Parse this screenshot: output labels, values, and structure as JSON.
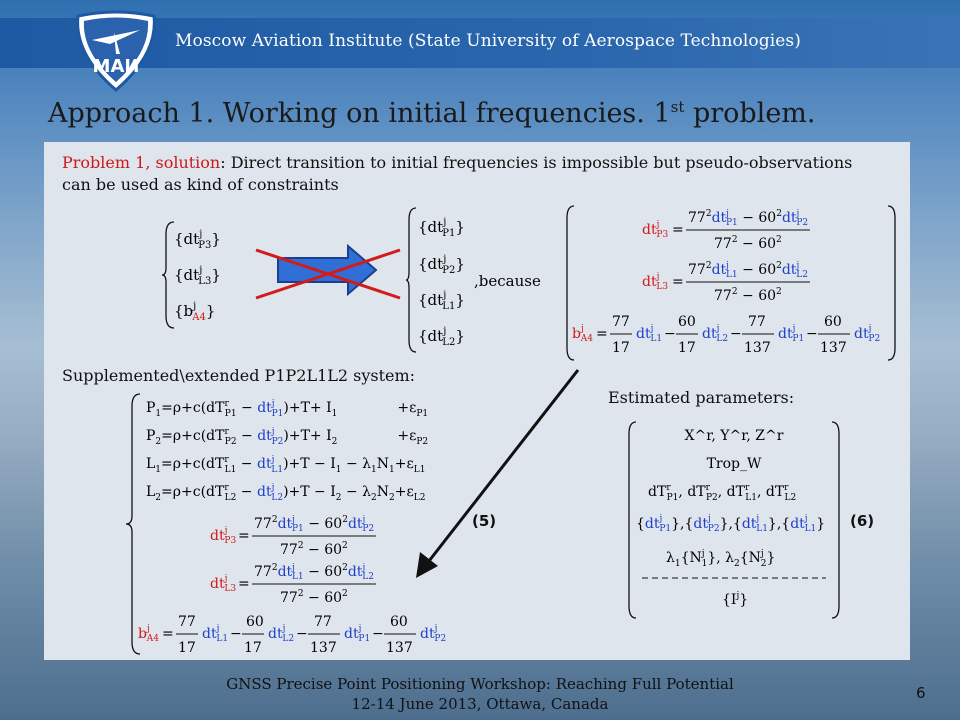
{
  "header": {
    "institute": "Moscow Aviation Institute (State University of Aerospace Technologies)",
    "logo_text": "МАИ"
  },
  "slide": {
    "title_main": "Approach 1. Working on initial frequencies. 1",
    "title_sup": "st",
    "title_end": " problem."
  },
  "problem": {
    "label": "Problem 1, solution",
    "text": ": Direct transition to initial frequencies is impossible but pseudo-observations can be used as kind of constraints"
  },
  "left_set": [
    "dt_P3",
    "dt_L3",
    "b_A4"
  ],
  "right_set": [
    "dt_P1",
    "dt_P2",
    "dt_L1",
    "dt_L2"
  ],
  "because_word": ",because",
  "freq": {
    "f1": "77",
    "f2": "60",
    "denom": "137",
    "denom17": "17"
  },
  "supplemented": {
    "label": "Supplemented\\extended P1P2L1L2 system:",
    "equations": [
      "P1",
      "P2",
      "L1",
      "L2"
    ]
  },
  "estimated": {
    "label": "Estimated parameters:",
    "rows": [
      "X^r, Y^r, Z^r",
      "Trop_W"
    ]
  },
  "tags": {
    "eq5": "(5)",
    "eq6": "(6)"
  },
  "footer": {
    "line1": "GNSS Precise Point Positioning Workshop: Reaching Full Potential",
    "line2": "12-14 June 2013, Ottawa, Canada",
    "page": "6"
  },
  "colors": {
    "red": "#d01818",
    "blue": "#1e40c8",
    "band": "#1e5aa3"
  }
}
